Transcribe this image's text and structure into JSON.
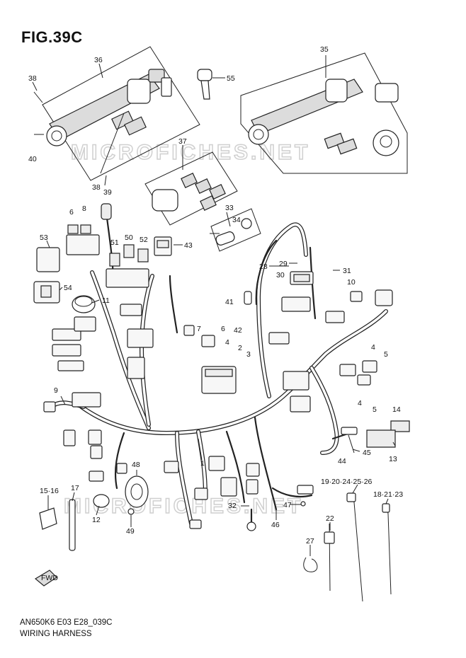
{
  "figure": {
    "title": "FIG.39C",
    "model_code": "AN650K6 E03 E28_039C",
    "caption": "WIRING HARNESS",
    "watermark": "MICROFICHES.NET",
    "fwd_label": "FWD"
  },
  "callouts": [
    {
      "id": "c36",
      "text": "36"
    },
    {
      "id": "c38a",
      "text": "38"
    },
    {
      "id": "c40",
      "text": "40"
    },
    {
      "id": "c38b",
      "text": "38"
    },
    {
      "id": "c39",
      "text": "39"
    },
    {
      "id": "c55",
      "text": "55"
    },
    {
      "id": "c35",
      "text": "35"
    },
    {
      "id": "c37",
      "text": "37"
    },
    {
      "id": "c33",
      "text": "33"
    },
    {
      "id": "c34",
      "text": "34"
    },
    {
      "id": "c6a",
      "text": "6"
    },
    {
      "id": "c8",
      "text": "8"
    },
    {
      "id": "c53",
      "text": "53"
    },
    {
      "id": "c50",
      "text": "50"
    },
    {
      "id": "c51",
      "text": "51"
    },
    {
      "id": "c52",
      "text": "52"
    },
    {
      "id": "c43",
      "text": "43"
    },
    {
      "id": "c28",
      "text": "28"
    },
    {
      "id": "c29",
      "text": "29"
    },
    {
      "id": "c30",
      "text": "30"
    },
    {
      "id": "c31",
      "text": "31"
    },
    {
      "id": "c54",
      "text": "54"
    },
    {
      "id": "c11",
      "text": "11"
    },
    {
      "id": "c41",
      "text": "41"
    },
    {
      "id": "c42",
      "text": "42"
    },
    {
      "id": "c10",
      "text": "10"
    },
    {
      "id": "c7",
      "text": "7"
    },
    {
      "id": "c6b",
      "text": "6"
    },
    {
      "id": "c4a",
      "text": "4"
    },
    {
      "id": "c2",
      "text": "2"
    },
    {
      "id": "c3",
      "text": "3"
    },
    {
      "id": "c4b",
      "text": "4"
    },
    {
      "id": "c5a",
      "text": "5"
    },
    {
      "id": "c9",
      "text": "9"
    },
    {
      "id": "c4c",
      "text": "4"
    },
    {
      "id": "c5b",
      "text": "5"
    },
    {
      "id": "c14",
      "text": "14"
    },
    {
      "id": "c45",
      "text": "45"
    },
    {
      "id": "c44",
      "text": "44"
    },
    {
      "id": "c13",
      "text": "13"
    },
    {
      "id": "c1",
      "text": "1"
    },
    {
      "id": "c48",
      "text": "48"
    },
    {
      "id": "c1516",
      "text": "15·16"
    },
    {
      "id": "c17",
      "text": "17"
    },
    {
      "id": "c12",
      "text": "12"
    },
    {
      "id": "c49",
      "text": "49"
    },
    {
      "id": "c32",
      "text": "32"
    },
    {
      "id": "c47",
      "text": "47"
    },
    {
      "id": "c46",
      "text": "46"
    },
    {
      "id": "c1926",
      "text": "19·20·24·25·26"
    },
    {
      "id": "c182123",
      "text": "18·21·23"
    },
    {
      "id": "c22",
      "text": "22"
    },
    {
      "id": "c27",
      "text": "27"
    }
  ]
}
